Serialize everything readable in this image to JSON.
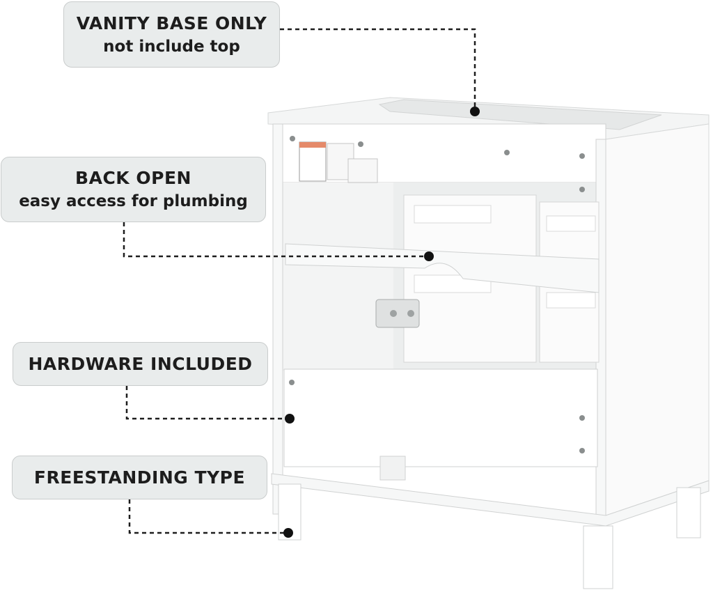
{
  "callouts": {
    "vanity_base": {
      "line1": "VANITY BASE ONLY",
      "line2": "not include top"
    },
    "back_open": {
      "line1": "BACK OPEN",
      "line2": "easy access for plumbing"
    },
    "hardware": {
      "line1": "HARDWARE INCLUDED"
    },
    "freestanding": {
      "line1": "FREESTANDING TYPE"
    }
  },
  "colors": {
    "callout_bg": "#e9ecec",
    "cabinet_white": "#ffffff",
    "cabinet_shadow": "#e4e6e6",
    "leader_line": "#1d1d1d"
  }
}
